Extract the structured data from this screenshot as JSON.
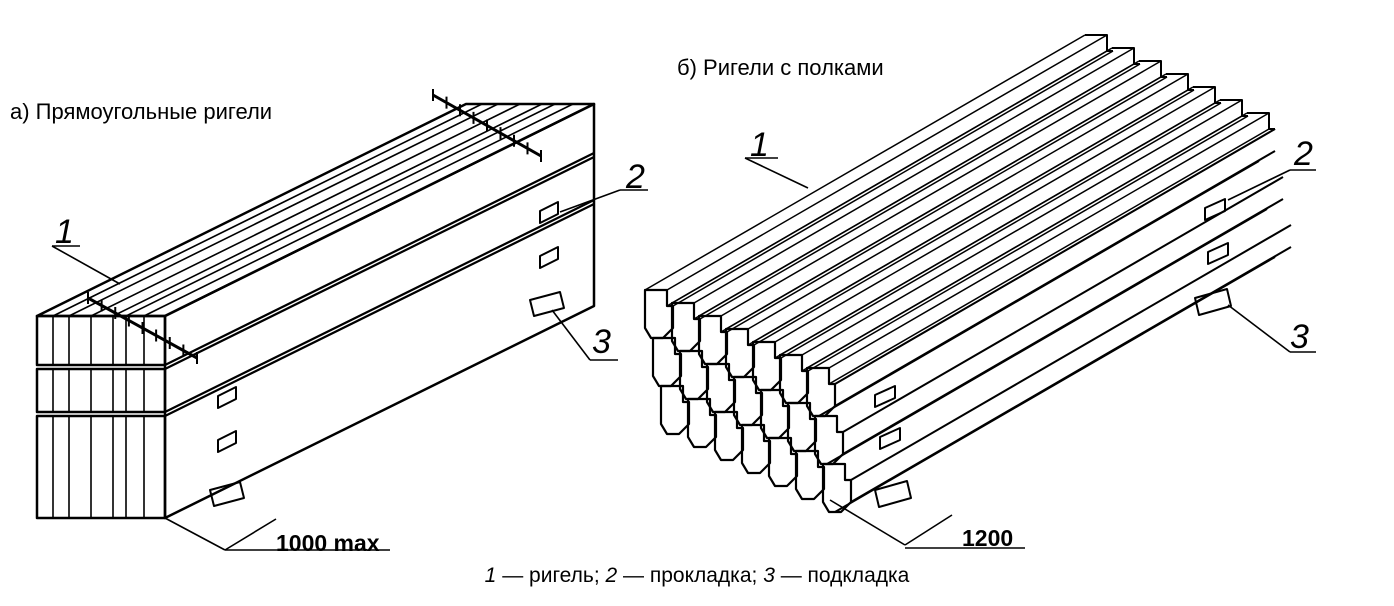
{
  "panel_a": {
    "title": "а)  Прямоугольные ригели",
    "callouts": [
      "1",
      "2",
      "3"
    ],
    "dimension": "1000 max"
  },
  "panel_b": {
    "title": "б)  Ригели с полками",
    "callouts": [
      "1",
      "2",
      "3"
    ],
    "dimension": "1200"
  },
  "legend": {
    "n1": "1",
    "t1": " — ригель; ",
    "n2": "2",
    "t2": " — прокладка; ",
    "n3": "3",
    "t3": " — подкладка"
  },
  "colors": {
    "ink": "#000000",
    "paper": "#ffffff"
  }
}
